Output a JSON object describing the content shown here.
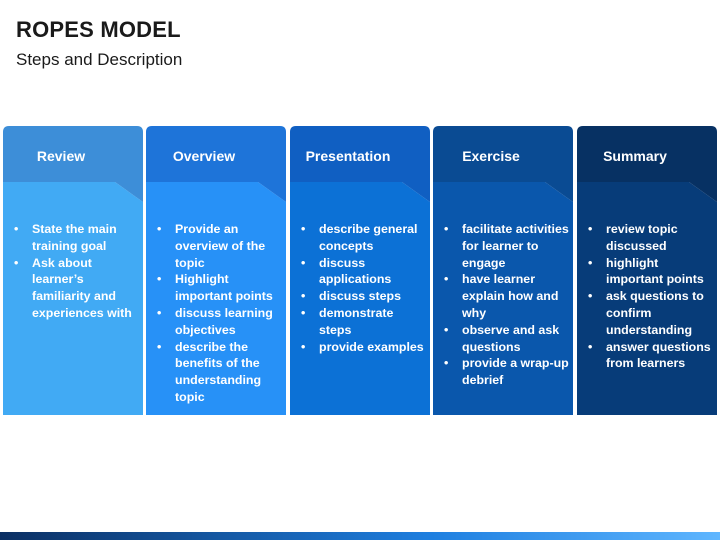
{
  "title": "ROPES MODEL",
  "subtitle": "Steps and Description",
  "columns": [
    {
      "title": "Review",
      "head_color": "#3d8ed8",
      "body_color": "#41aaf4",
      "items": [
        "State the main training goal",
        "Ask about learner’s familiarity and experiences with"
      ]
    },
    {
      "title": "Overview",
      "head_color": "#1e74d9",
      "body_color": "#2791f7",
      "items": [
        "Provide an overview of the topic",
        "Highlight important points",
        "discuss learning objectives",
        "describe the benefits of the understanding topic"
      ]
    },
    {
      "title": "Presentation",
      "head_color": "#105fc2",
      "body_color": "#0c71d6",
      "items": [
        "describe general concepts",
        "discuss applications",
        "discuss steps",
        "demonstrate steps",
        "provide examples"
      ]
    },
    {
      "title": "Exercise",
      "head_color": "#0a4b93",
      "body_color": "#0a57ac",
      "items": [
        "facilitate activities for learner to engage",
        "have learner explain how and why",
        "observe and ask questions",
        "provide a wrap-up debrief"
      ]
    },
    {
      "title": "Summary",
      "head_color": "#073163",
      "body_color": "#073c79",
      "items": [
        " review topic discussed",
        "highlight important points",
        "ask questions to confirm understanding",
        "answer questions from learners"
      ]
    }
  ],
  "footer_colors": [
    "#0b2f63",
    "#1e7fe0",
    "#5fb6ff"
  ]
}
